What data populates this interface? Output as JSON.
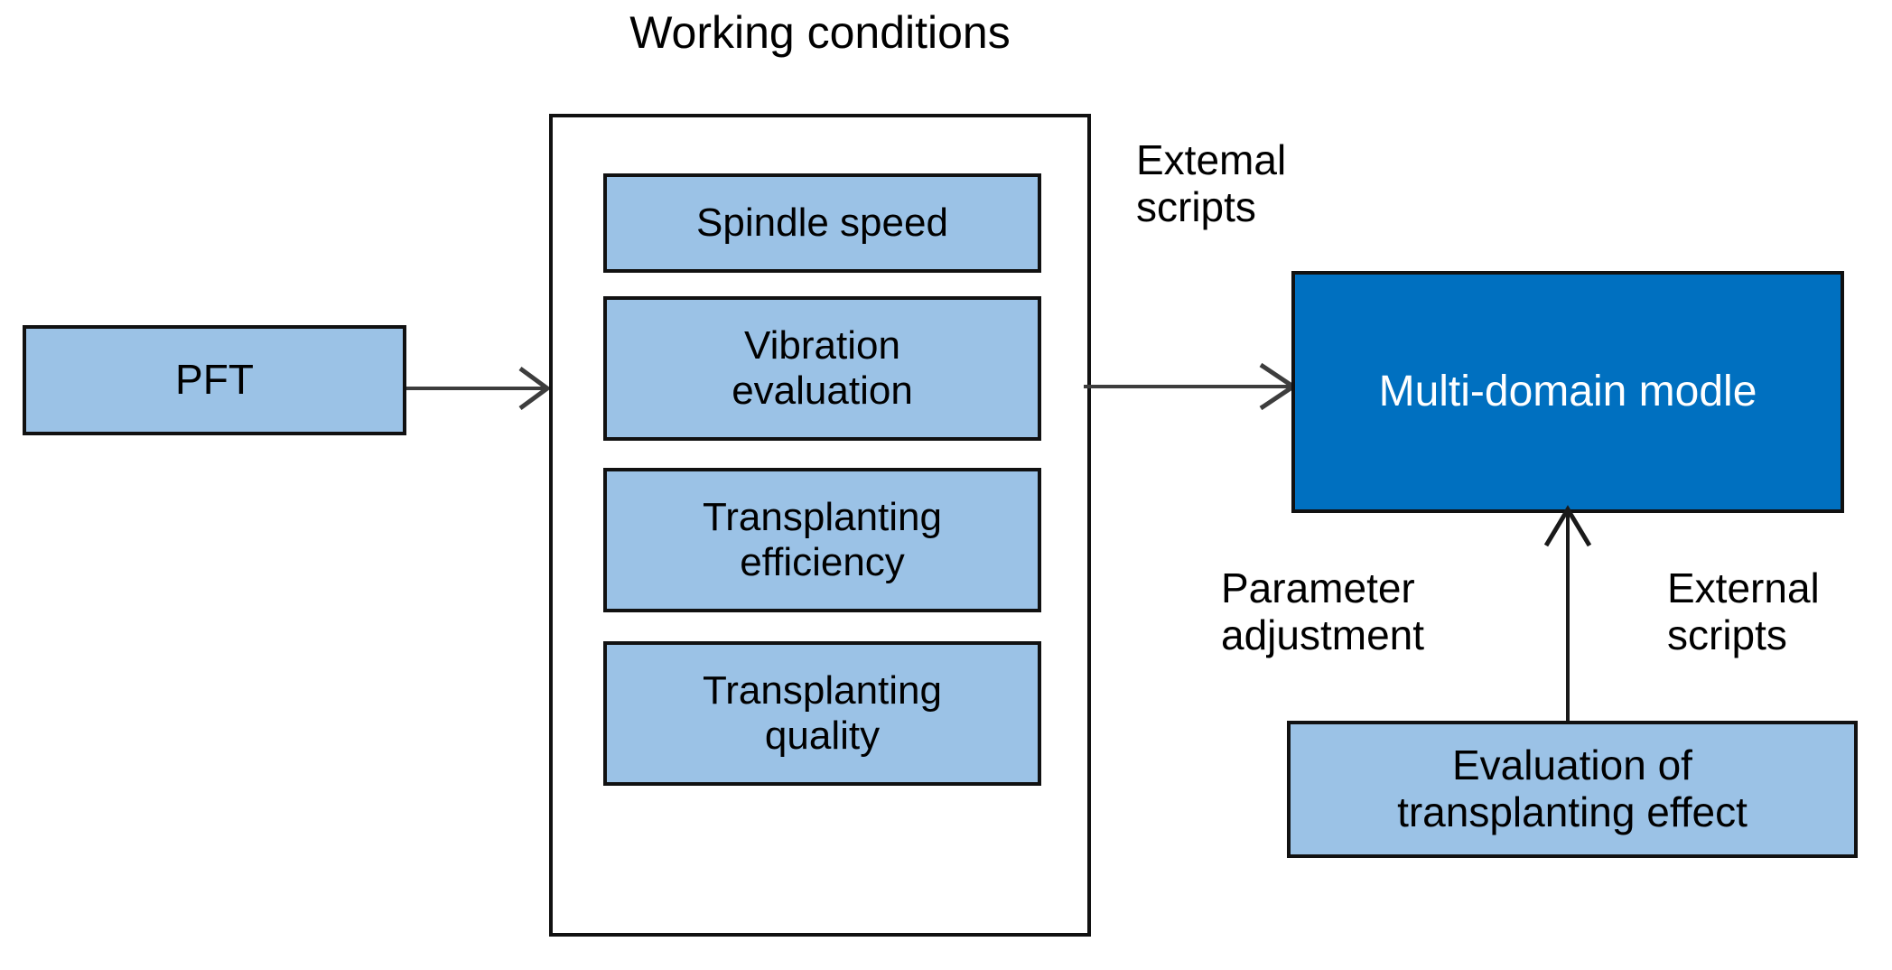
{
  "diagram": {
    "title": "Working conditions",
    "nodes": {
      "pft": {
        "label": "PFT",
        "fill": "#9BC2E6"
      },
      "spindle_speed": {
        "label": "Spindle speed",
        "fill": "#9BC2E6"
      },
      "vibration_evaluation": {
        "label": "Vibration\nevaluation",
        "fill": "#9BC2E6"
      },
      "transplanting_efficiency": {
        "label": "Transplanting\nefficiency",
        "fill": "#9BC2E6"
      },
      "transplanting_quality": {
        "label": "Transplanting\nquality",
        "fill": "#9BC2E6"
      },
      "multi_domain_model": {
        "label": "Multi-domain modle",
        "fill": "#0070C0",
        "text_color": "#FFFFFF"
      },
      "evaluation_of_transplanting_effect": {
        "label": "Evaluation of\ntransplanting effect",
        "fill": "#9BC2E6"
      }
    },
    "edge_labels": {
      "external_scripts_top": "Extemal\nscripts",
      "parameter_adjustment": "Parameter\nadjustment",
      "external_scripts_bottom": "External\nscripts"
    },
    "colors": {
      "light_blue": "#9BC2E6",
      "dark_blue": "#0070C0",
      "outline": "#111111",
      "background": "#FFFFFF"
    }
  }
}
